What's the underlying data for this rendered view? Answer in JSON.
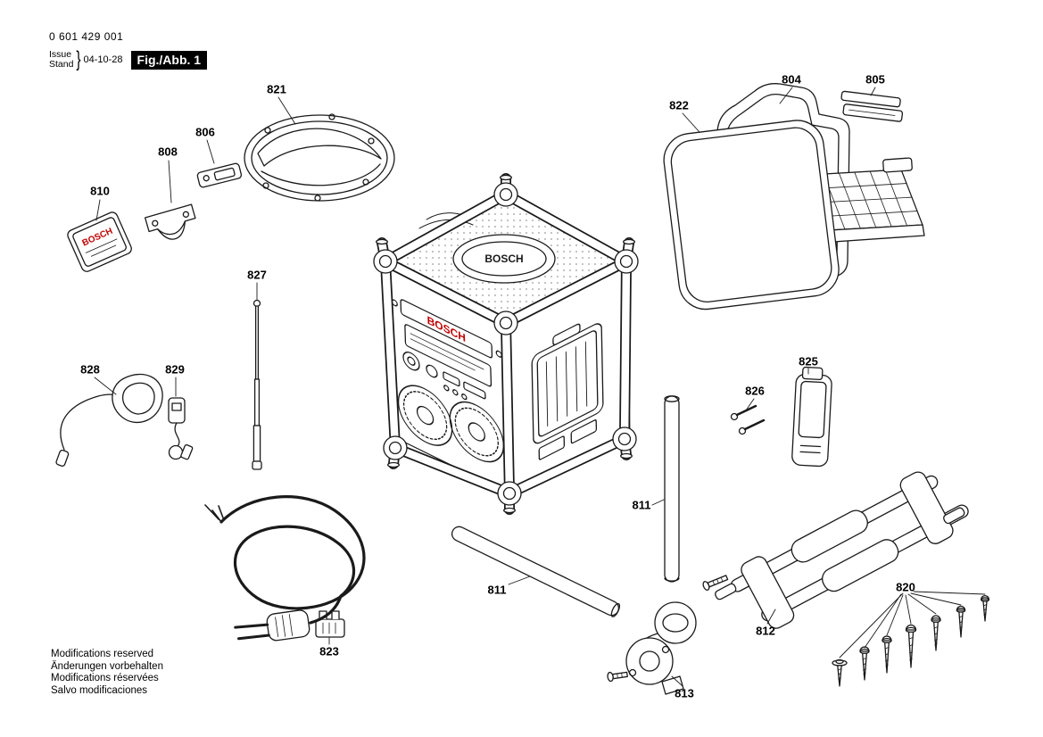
{
  "header": {
    "doc_number": "0 601 429 001",
    "issue_label": "Issue",
    "stand_label": "Stand",
    "brace": "}",
    "date": "04-10-28",
    "figure_label": "Fig./Abb. 1"
  },
  "brand": {
    "name": "BOSCH",
    "color": "#c00000"
  },
  "part_labels": {
    "l804": "804",
    "l805": "805",
    "l806": "806",
    "l808": "808",
    "l810": "810",
    "l811a": "811",
    "l811b": "811",
    "l812": "812",
    "l813": "813",
    "l820": "820",
    "l821": "821",
    "l822": "822",
    "l823": "823",
    "l825": "825",
    "l826": "826",
    "l827": "827",
    "l828": "828",
    "l829": "829"
  },
  "footer": {
    "lines": [
      "Modifications reserved",
      "Änderungen vorbehalten",
      "Modifications réservées",
      "Salvo modificaciones"
    ]
  }
}
